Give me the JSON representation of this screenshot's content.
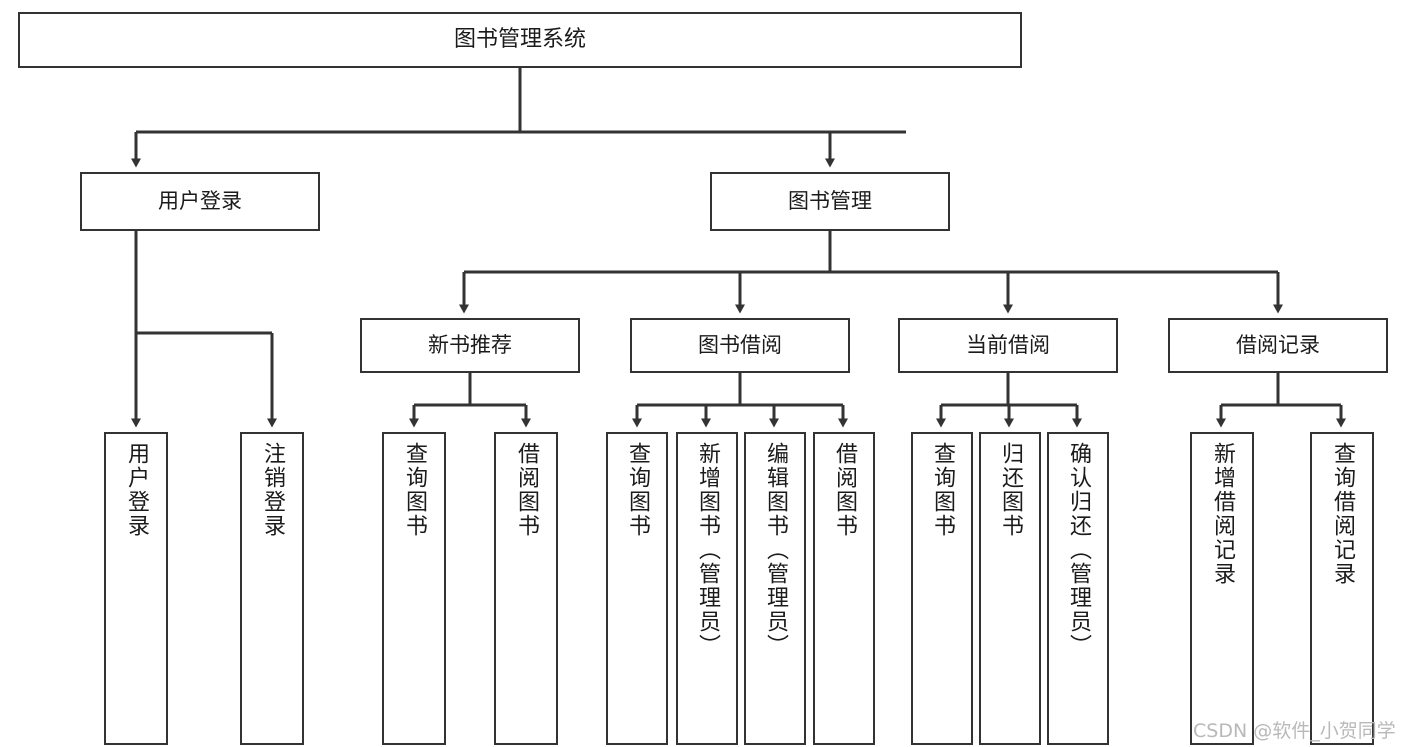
{
  "diagram": {
    "title": "图书管理系统",
    "watermark": "CSDN @软件_小贺同学",
    "style": {
      "border_color": "#333333",
      "fill_color": "#ffffff",
      "text_color": "#1b1b1b",
      "watermark_color": "#b9b9b9",
      "background": "#ffffff"
    },
    "nodes": {
      "root": {
        "label": "图书管理系统"
      },
      "level2": [
        {
          "label": "用户登录"
        },
        {
          "label": "图书管理"
        }
      ],
      "level3": [
        {
          "label": "新书推荐"
        },
        {
          "label": "图书借阅"
        },
        {
          "label": "当前借阅"
        },
        {
          "label": "借阅记录"
        }
      ],
      "leaves_user_login": [
        {
          "label": "用户登录"
        },
        {
          "label": "注销登录"
        }
      ],
      "leaves_new_book": [
        {
          "label": "查询图书"
        },
        {
          "label": "借阅图书"
        }
      ],
      "leaves_borrow": [
        {
          "label": "查询图书"
        },
        {
          "label": "新增图书（管理员）"
        },
        {
          "label": "编辑图书（管理员）"
        },
        {
          "label": "借阅图书"
        }
      ],
      "leaves_current": [
        {
          "label": "查询图书"
        },
        {
          "label": "归还图书"
        },
        {
          "label": "确认归还（管理员）"
        }
      ],
      "leaves_records": [
        {
          "label": "新增借阅记录"
        },
        {
          "label": "查询借阅记录"
        }
      ]
    }
  }
}
